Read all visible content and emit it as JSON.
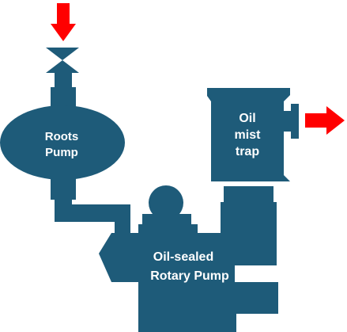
{
  "labels": {
    "roots_line1": "Roots",
    "roots_line2": "Pump",
    "trap_line1": "Oil",
    "trap_line2": "mist",
    "trap_line3": "trap",
    "rotary_line1": "Oil-sealed",
    "rotary_line2": "Rotary Pump"
  },
  "colors": {
    "component_fill": "#1e5b79",
    "flow_arrow": "#ff0000",
    "text": "#ffffff"
  },
  "icons": {
    "inlet_arrow": "arrow-down-icon",
    "outlet_arrow": "arrow-right-icon",
    "valve": "valve-icon"
  }
}
